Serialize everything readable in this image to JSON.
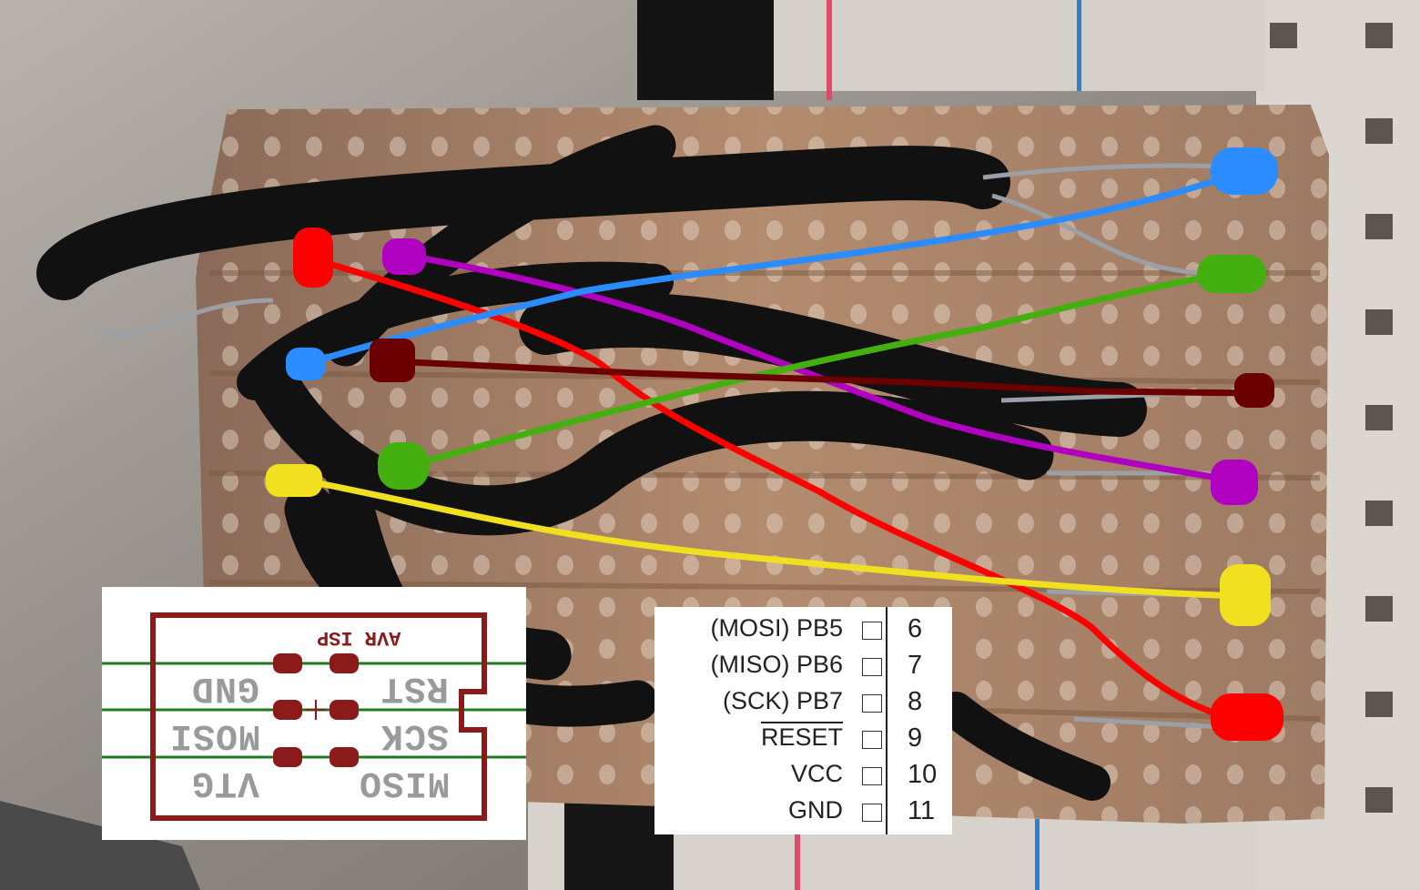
{
  "isp_connector": {
    "title": "AVR ISP",
    "left_labels": [
      "GND",
      "MOSI",
      "VTG"
    ],
    "right_labels": [
      "RST",
      "SCK",
      "MISO"
    ],
    "outline_color": "#8b1a1a",
    "trace_color": "#1f7a1f"
  },
  "pinout": {
    "rows": [
      {
        "func": "(MOSI)  PB5",
        "num": "6"
      },
      {
        "func": "(MISO)  PB6",
        "num": "7"
      },
      {
        "func": "(SCK)  PB7",
        "num": "8"
      },
      {
        "func": "RESET",
        "num": "9",
        "overline": true
      },
      {
        "func": "VCC",
        "num": "10"
      },
      {
        "func": "GND",
        "num": "11"
      }
    ]
  },
  "wire_colors": {
    "rst": "#ff0000",
    "miso": "#b000c0",
    "sck": "#2a8cff",
    "mosi": "#44b010",
    "gnd": "#6b0000",
    "vtg": "#f0e020"
  }
}
